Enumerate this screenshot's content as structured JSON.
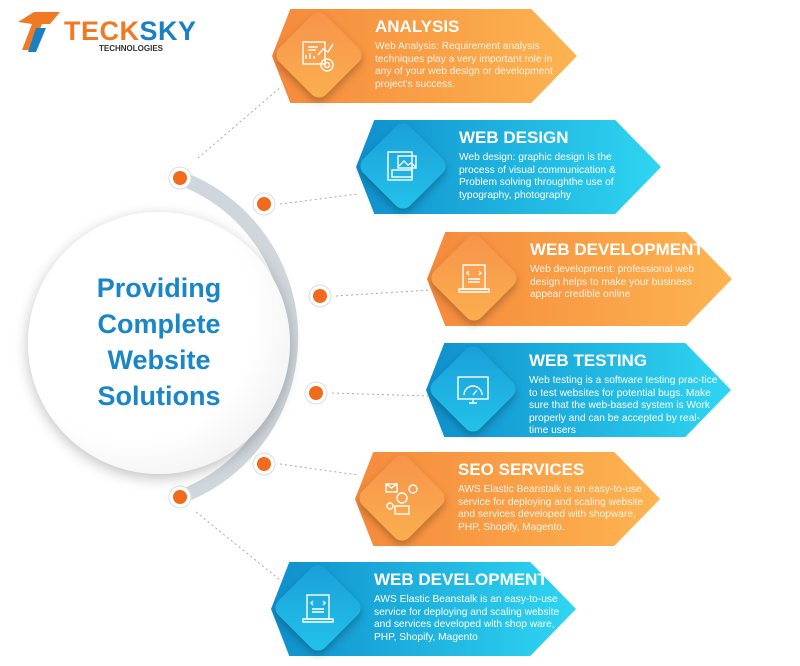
{
  "brand": {
    "name_part1": "TECK",
    "name_part2": "SKY",
    "subtitle": "TECHNOLOGIES",
    "colors": {
      "orange": "#f07a24",
      "blue": "#1b7fc4"
    }
  },
  "center": {
    "lines": [
      "Providing",
      "Complete",
      "Website",
      "Solutions"
    ]
  },
  "steps": [
    {
      "title": "ANALYSIS",
      "icon": "analytics-chart-icon",
      "text": "Web Analysis: Requirement analysis techniques play a very important role in any of your web design or development project's success."
    },
    {
      "title": "WEB DESIGN",
      "icon": "web-design-layout-icon",
      "text": "Web design: graphic design is the process of visual communication & Problem solving throughthe use of typography, photography"
    },
    {
      "title": "WEB DEVELOPMENT",
      "icon": "laptop-code-icon",
      "text": "Web development: professional web design helps to make your business appear credible online"
    },
    {
      "title": "WEB TESTING",
      "icon": "monitor-gauge-icon",
      "text": "Web testing is a software testing prac-tice to test websites for potential bugs. Make sure that the web-based system is Work properly and can be accepted by real-time users"
    },
    {
      "title": "SEO SERVICES",
      "icon": "seo-network-icon",
      "text": "AWS Elastic Beanstalk is an easy-to-use service for deploying and scaling website and services developed with shopware, PHP, Shopify, Magento."
    },
    {
      "title": "WEB DEVELOPMENT",
      "icon": "laptop-code-icon",
      "text": "AWS Elastic Beanstalk is an easy-to-use service for deploying and scaling website and services developed with shop ware, PHP, Shopify, Magento"
    }
  ]
}
